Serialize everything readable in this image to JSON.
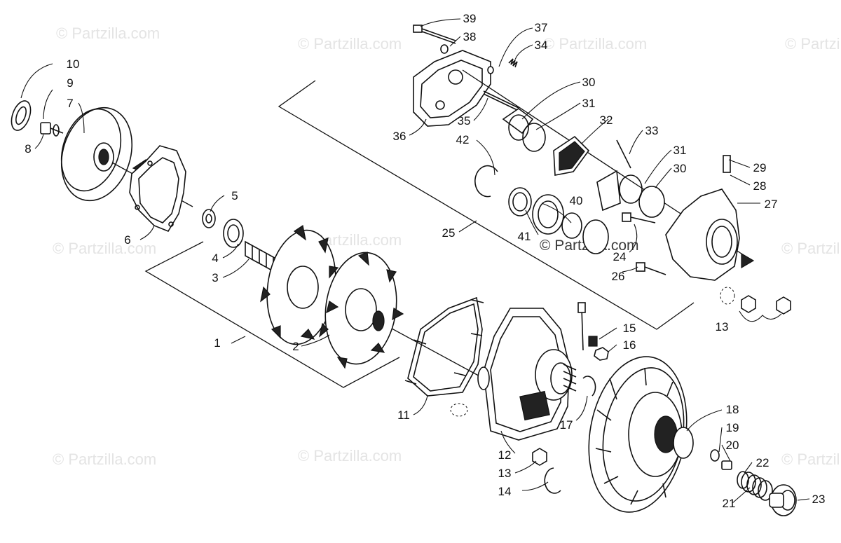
{
  "watermarks": {
    "brand": "© Partzilla.com",
    "center": "© Partzilla.com"
  },
  "callouts": [
    "1",
    "2",
    "3",
    "4",
    "5",
    "6",
    "7",
    "8",
    "9",
    "10",
    "11",
    "12",
    "13",
    "13",
    "14",
    "15",
    "16",
    "17",
    "18",
    "19",
    "20",
    "21",
    "22",
    "23",
    "24",
    "25",
    "26",
    "27",
    "28",
    "29",
    "30",
    "30",
    "31",
    "31",
    "32",
    "33",
    "34",
    "35",
    "36",
    "37",
    "38",
    "39",
    "40",
    "41",
    "42"
  ]
}
